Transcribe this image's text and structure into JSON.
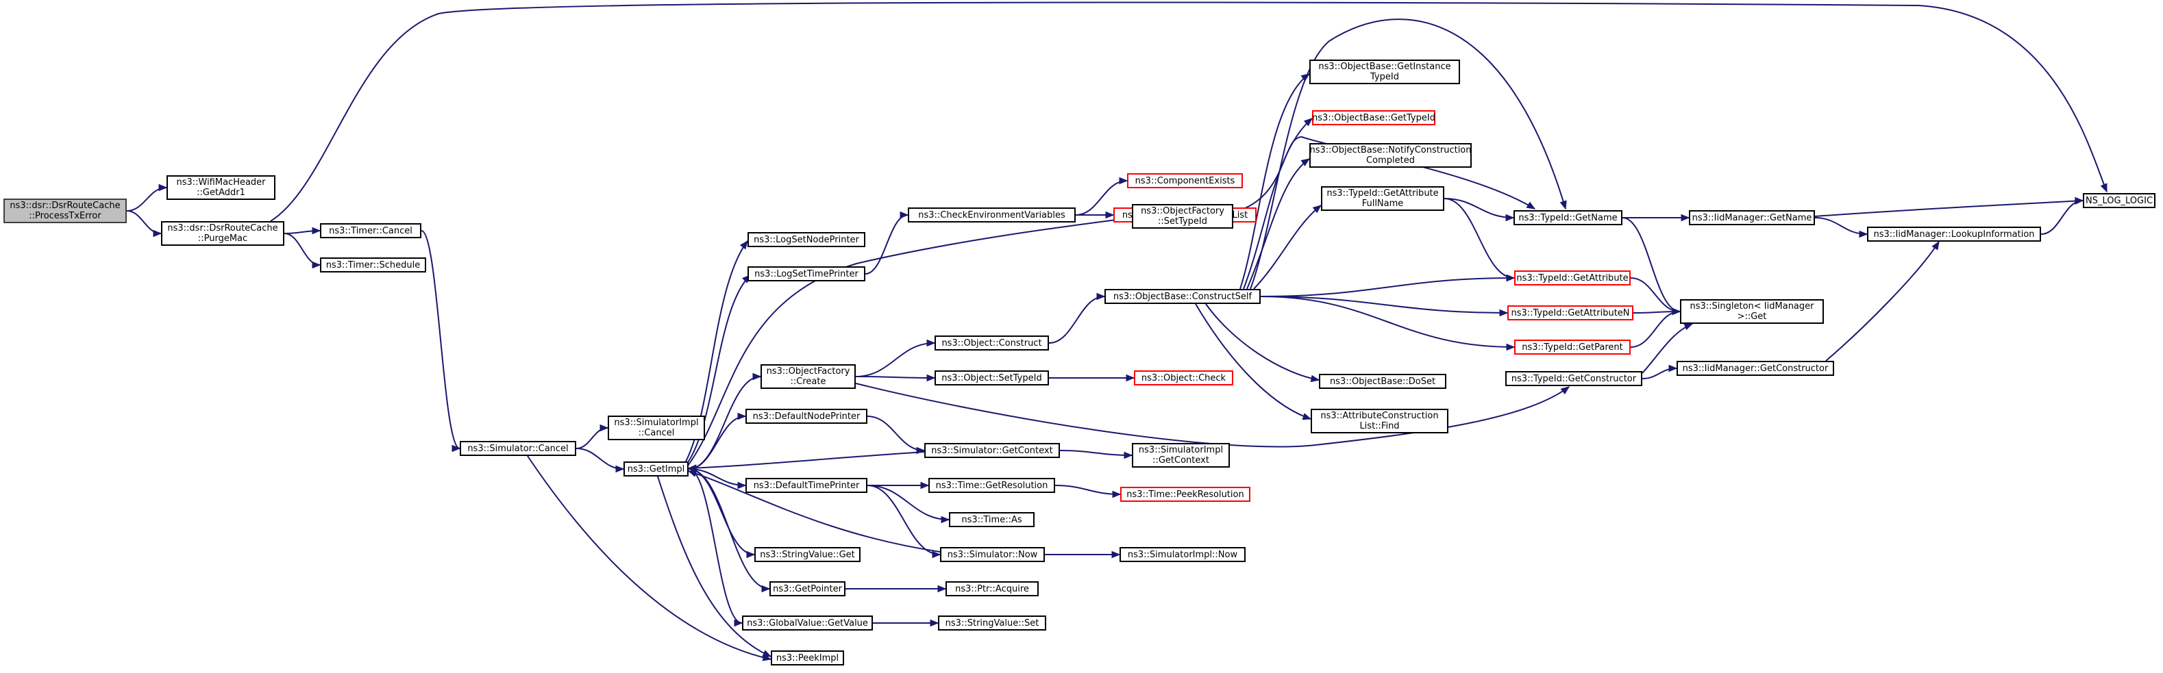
{
  "graph": {
    "nodes": [
      {
        "id": "root",
        "lines": [
          "ns3::dsr::DsrRouteCache",
          "::ProcessTxError"
        ],
        "style": "root"
      },
      {
        "id": "wifigetaddr1",
        "lines": [
          "ns3::WifiMacHeader",
          "::GetAddr1"
        ],
        "style": "normal"
      },
      {
        "id": "purgemac",
        "lines": [
          "ns3::dsr::DsrRouteCache",
          "::PurgeMac"
        ],
        "style": "normal"
      },
      {
        "id": "timercancel",
        "lines": [
          "ns3::Timer::Cancel"
        ],
        "style": "normal"
      },
      {
        "id": "timerschedule",
        "lines": [
          "ns3::Timer::Schedule"
        ],
        "style": "normal"
      },
      {
        "id": "simcancel",
        "lines": [
          "ns3::Simulator::Cancel"
        ],
        "style": "normal"
      },
      {
        "id": "simimplcancel",
        "lines": [
          "ns3::SimulatorImpl",
          "::Cancel"
        ],
        "style": "normal"
      },
      {
        "id": "getimpl",
        "lines": [
          "ns3::GetImpl"
        ],
        "style": "normal"
      },
      {
        "id": "logsetnode",
        "lines": [
          "ns3::LogSetNodePrinter"
        ],
        "style": "normal"
      },
      {
        "id": "logsettime",
        "lines": [
          "ns3::LogSetTimePrinter"
        ],
        "style": "normal"
      },
      {
        "id": "objfactcreate",
        "lines": [
          "ns3::ObjectFactory",
          "::Create"
        ],
        "style": "normal"
      },
      {
        "id": "defnodeprinter",
        "lines": [
          "ns3::DefaultNodePrinter"
        ],
        "style": "normal"
      },
      {
        "id": "deftimeprinter",
        "lines": [
          "ns3::DefaultTimePrinter"
        ],
        "style": "normal"
      },
      {
        "id": "strvalget",
        "lines": [
          "ns3::StringValue::Get"
        ],
        "style": "normal"
      },
      {
        "id": "getpointer",
        "lines": [
          "ns3::GetPointer"
        ],
        "style": "normal"
      },
      {
        "id": "globalgetvalue",
        "lines": [
          "ns3::GlobalValue::GetValue"
        ],
        "style": "normal"
      },
      {
        "id": "peekimpl",
        "lines": [
          "ns3::PeekImpl"
        ],
        "style": "normal"
      },
      {
        "id": "checkenv",
        "lines": [
          "ns3::CheckEnvironmentVariables"
        ],
        "style": "normal"
      },
      {
        "id": "compexists",
        "lines": [
          "ns3::ComponentExists"
        ],
        "style": "red"
      },
      {
        "id": "logcompprint",
        "lines": [
          "ns3::LogComponentPrintList"
        ],
        "style": "red"
      },
      {
        "id": "objconstruct",
        "lines": [
          "ns3::Object::Construct"
        ],
        "style": "normal"
      },
      {
        "id": "objsettypeid",
        "lines": [
          "ns3::Object::SetTypeId"
        ],
        "style": "normal"
      },
      {
        "id": "objcheck",
        "lines": [
          "ns3::Object::Check"
        ],
        "style": "red"
      },
      {
        "id": "simgetcontext",
        "lines": [
          "ns3::Simulator::GetContext"
        ],
        "style": "normal"
      },
      {
        "id": "simimplgetctx",
        "lines": [
          "ns3::SimulatorImpl",
          "::GetContext"
        ],
        "style": "normal"
      },
      {
        "id": "timegetres",
        "lines": [
          "ns3::Time::GetResolution"
        ],
        "style": "normal"
      },
      {
        "id": "timepeekres",
        "lines": [
          "ns3::Time::PeekResolution"
        ],
        "style": "red"
      },
      {
        "id": "timeas",
        "lines": [
          "ns3::Time::As"
        ],
        "style": "normal"
      },
      {
        "id": "simnow",
        "lines": [
          "ns3::Simulator::Now"
        ],
        "style": "normal"
      },
      {
        "id": "simimplnow",
        "lines": [
          "ns3::SimulatorImpl::Now"
        ],
        "style": "normal"
      },
      {
        "id": "ptracquire",
        "lines": [
          "ns3::Ptr::Acquire"
        ],
        "style": "normal"
      },
      {
        "id": "strvalset",
        "lines": [
          "ns3::StringValue::Set"
        ],
        "style": "normal"
      },
      {
        "id": "objfactsettypeid",
        "lines": [
          "ns3::ObjectFactory",
          "::SetTypeId"
        ],
        "style": "normal"
      },
      {
        "id": "objbaseconstructself",
        "lines": [
          "ns3::ObjectBase::ConstructSelf"
        ],
        "style": "normal"
      },
      {
        "id": "objbasegetinst",
        "lines": [
          "ns3::ObjectBase::GetInstance",
          "TypeId"
        ],
        "style": "normal"
      },
      {
        "id": "objbasegettypeid",
        "lines": [
          "ns3::ObjectBase::GetTypeId"
        ],
        "style": "red"
      },
      {
        "id": "objbasenotify",
        "lines": [
          "ns3::ObjectBase::NotifyConstruction",
          "Completed"
        ],
        "style": "normal"
      },
      {
        "id": "typeidgetattrfull",
        "lines": [
          "ns3::TypeId::GetAttribute",
          "FullName"
        ],
        "style": "normal"
      },
      {
        "id": "objbasedoset",
        "lines": [
          "ns3::ObjectBase::DoSet"
        ],
        "style": "normal"
      },
      {
        "id": "attrconstrlist",
        "lines": [
          "ns3::AttributeConstruction",
          "List::Find"
        ],
        "style": "normal"
      },
      {
        "id": "typeidgetname",
        "lines": [
          "ns3::TypeId::GetName"
        ],
        "style": "normal"
      },
      {
        "id": "typeidgetattr",
        "lines": [
          "ns3::TypeId::GetAttribute"
        ],
        "style": "red"
      },
      {
        "id": "typeidgetattrn",
        "lines": [
          "ns3::TypeId::GetAttributeN"
        ],
        "style": "red"
      },
      {
        "id": "typeidgetparent",
        "lines": [
          "ns3::TypeId::GetParent"
        ],
        "style": "red"
      },
      {
        "id": "typeidgetconstructor",
        "lines": [
          "ns3::TypeId::GetConstructor"
        ],
        "style": "normal"
      },
      {
        "id": "singletonget",
        "lines": [
          "ns3::Singleton< IidManager",
          " >::Get"
        ],
        "style": "normal"
      },
      {
        "id": "iidgetname",
        "lines": [
          "ns3::IidManager::GetName"
        ],
        "style": "normal"
      },
      {
        "id": "iidlookup",
        "lines": [
          "ns3::IidManager::LookupInformation"
        ],
        "style": "normal"
      },
      {
        "id": "iidgetconstructor",
        "lines": [
          "ns3::IidManager::GetConstructor"
        ],
        "style": "normal"
      },
      {
        "id": "nslog",
        "lines": [
          "NS_LOG_LOGIC"
        ],
        "style": "normal"
      }
    ],
    "edges": [
      [
        "root",
        "wifigetaddr1"
      ],
      [
        "root",
        "purgemac"
      ],
      [
        "purgemac",
        "timercancel"
      ],
      [
        "purgemac",
        "timerschedule"
      ],
      [
        "purgemac",
        "nslog"
      ],
      [
        "timercancel",
        "simcancel"
      ],
      [
        "simcancel",
        "simimplcancel"
      ],
      [
        "simcancel",
        "getimpl"
      ],
      [
        "simcancel",
        "peekimpl"
      ],
      [
        "getimpl",
        "logsetnode"
      ],
      [
        "getimpl",
        "logsettime"
      ],
      [
        "getimpl",
        "objfactsettypeid"
      ],
      [
        "getimpl",
        "objfactcreate"
      ],
      [
        "getimpl",
        "defnodeprinter"
      ],
      [
        "getimpl",
        "deftimeprinter"
      ],
      [
        "getimpl",
        "strvalget"
      ],
      [
        "getimpl",
        "getpointer"
      ],
      [
        "getimpl",
        "globalgetvalue"
      ],
      [
        "getimpl",
        "peekimpl"
      ],
      [
        "logsettime",
        "checkenv"
      ],
      [
        "checkenv",
        "compexists"
      ],
      [
        "checkenv",
        "logcompprint"
      ],
      [
        "objfactcreate",
        "objconstruct"
      ],
      [
        "objfactcreate",
        "objsettypeid"
      ],
      [
        "objfactcreate",
        "typeidgetconstructor"
      ],
      [
        "objconstruct",
        "objbaseconstructself"
      ],
      [
        "objsettypeid",
        "objcheck"
      ],
      [
        "defnodeprinter",
        "simgetcontext"
      ],
      [
        "simgetcontext",
        "getimpl"
      ],
      [
        "simgetcontext",
        "simimplgetctx"
      ],
      [
        "deftimeprinter",
        "timegetres"
      ],
      [
        "deftimeprinter",
        "timeas"
      ],
      [
        "deftimeprinter",
        "simnow"
      ],
      [
        "timegetres",
        "timepeekres"
      ],
      [
        "simnow",
        "getimpl"
      ],
      [
        "simnow",
        "simimplnow"
      ],
      [
        "getpointer",
        "ptracquire"
      ],
      [
        "globalgetvalue",
        "strvalset"
      ],
      [
        "objfactsettypeid",
        "typeidgetname"
      ],
      [
        "objbaseconstructself",
        "objbasegetinst"
      ],
      [
        "objbaseconstructself",
        "objbasegettypeid"
      ],
      [
        "objbaseconstructself",
        "objbasenotify"
      ],
      [
        "objbaseconstructself",
        "typeidgetname"
      ],
      [
        "objbaseconstructself",
        "typeidgetattrfull"
      ],
      [
        "objbaseconstructself",
        "typeidgetattr"
      ],
      [
        "objbaseconstructself",
        "typeidgetattrn"
      ],
      [
        "objbaseconstructself",
        "typeidgetparent"
      ],
      [
        "objbaseconstructself",
        "objbasedoset"
      ],
      [
        "objbaseconstructself",
        "attrconstrlist"
      ],
      [
        "typeidgetattrfull",
        "typeidgetname"
      ],
      [
        "typeidgetattrfull",
        "typeidgetattr"
      ],
      [
        "typeidgetname",
        "iidgetname"
      ],
      [
        "typeidgetname",
        "singletonget"
      ],
      [
        "iidgetname",
        "iidlookup"
      ],
      [
        "iidgetname",
        "nslog"
      ],
      [
        "iidlookup",
        "nslog"
      ],
      [
        "typeidgetattr",
        "singletonget"
      ],
      [
        "typeidgetattrn",
        "singletonget"
      ],
      [
        "typeidgetparent",
        "singletonget"
      ],
      [
        "typeidgetconstructor",
        "singletonget"
      ],
      [
        "typeidgetconstructor",
        "iidgetconstructor"
      ],
      [
        "iidgetconstructor",
        "iidlookup"
      ]
    ]
  },
  "colors": {
    "edge": "#191970",
    "root_fill": "#bfbfbf",
    "node_border": "#000000",
    "missing_border": "#ff0000"
  }
}
